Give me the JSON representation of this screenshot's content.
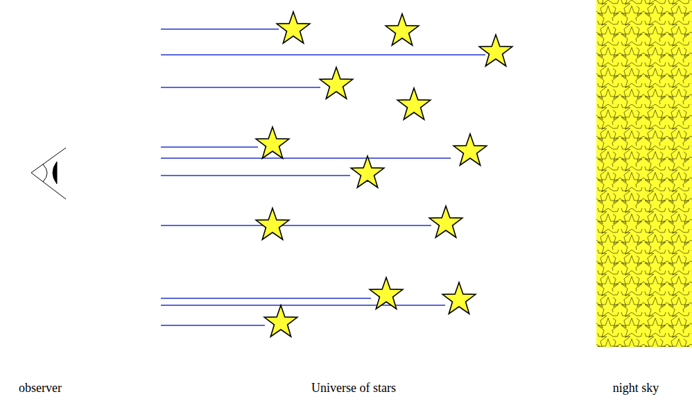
{
  "diagram": {
    "labels": [
      "observer",
      "Universe of stars",
      "night sky"
    ]
  }
}
